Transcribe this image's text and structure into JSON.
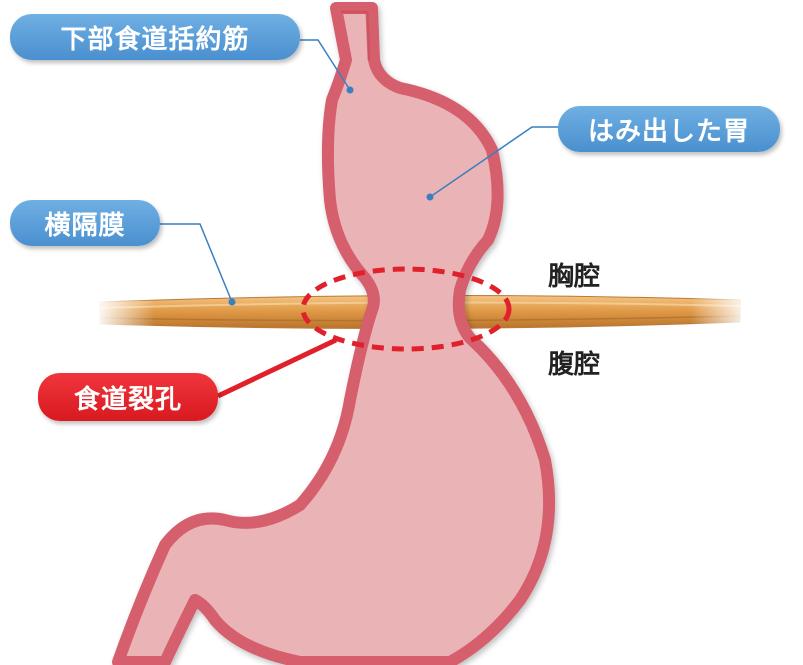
{
  "labels": {
    "lower_sphincter": "下部食道括約筋",
    "herniated_stomach": "はみ出した胃",
    "diaphragm": "横隔膜",
    "hiatus": "食道裂孔",
    "thoracic_cavity": "胸腔",
    "abdominal_cavity": "腹腔"
  },
  "colors": {
    "label_blue": "#4a8fcf",
    "label_red": "#d81920",
    "stomach_wall": "#d96470",
    "stomach_fill": "#eab4b6",
    "diaphragm": "#d89040",
    "hiatus_ring": "#e0202a",
    "leader_line_blue": "#3a7fc0"
  }
}
